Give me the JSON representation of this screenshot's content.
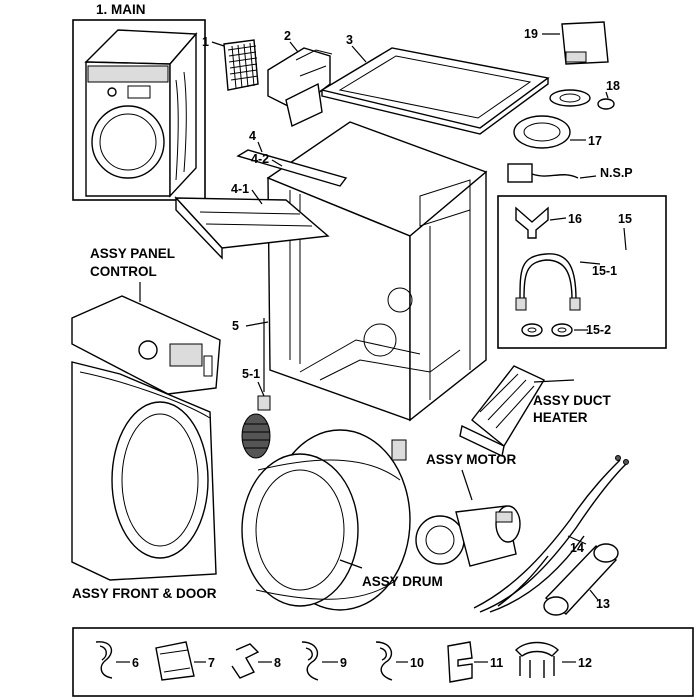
{
  "labels": {
    "main": "1. MAIN",
    "assy_panel_control_1": "ASSY PANEL",
    "assy_panel_control_2": "CONTROL",
    "assy_front_door": "ASSY FRONT & DOOR",
    "assy_drum": "ASSY DRUM",
    "assy_motor": "ASSY MOTOR",
    "assy_duct_heater_1": "ASSY DUCT",
    "assy_duct_heater_2": "HEATER",
    "nsp": "N.S.P"
  },
  "part_numbers": {
    "p1": "1",
    "p2": "2",
    "p3": "3",
    "p4": "4",
    "p4_1": "4-1",
    "p4_2": "4-2",
    "p5": "5",
    "p5_1": "5-1",
    "p6": "6",
    "p7": "7",
    "p8": "8",
    "p9": "9",
    "p10": "10",
    "p11": "11",
    "p12": "12",
    "p13": "13",
    "p14": "14",
    "p15": "15",
    "p15_1": "15-1",
    "p15_2": "15-2",
    "p16": "16",
    "p17": "17",
    "p18": "18",
    "p19": "19"
  }
}
